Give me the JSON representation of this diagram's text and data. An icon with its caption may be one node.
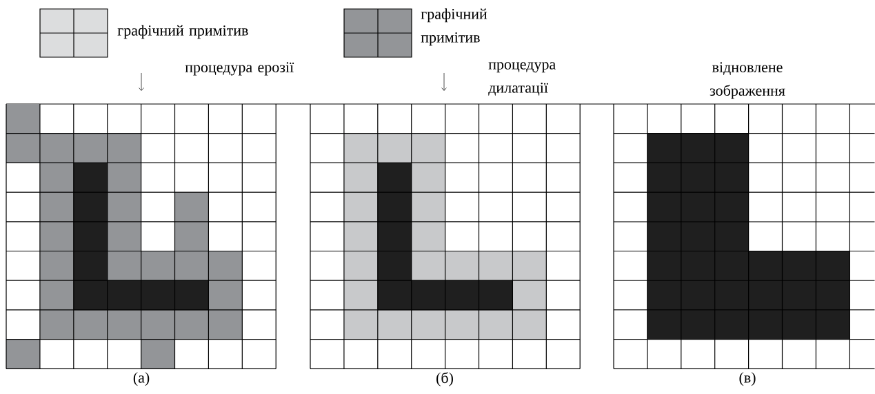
{
  "diagram": {
    "labels": [
      "графічний примітив",
      "графічний примітив",
      "процедура ерозії",
      "процедура дилатації",
      "відновлене зображення",
      "(а)",
      "(б)",
      "(в)"
    ]
  }
}
